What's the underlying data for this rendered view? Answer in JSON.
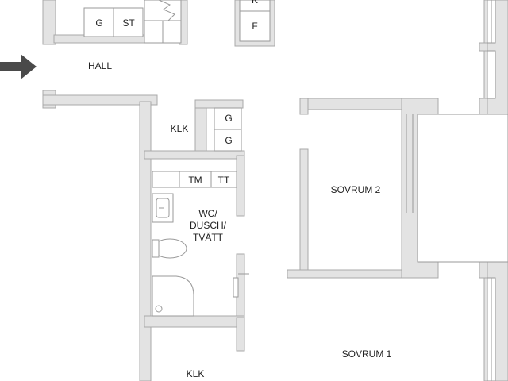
{
  "rooms": {
    "hall": "HALL",
    "klk_upper": "KLK",
    "klk_lower": "KLK",
    "sovrum_1": "SOVRUM 1",
    "sovrum_2": "SOVRUM 2",
    "wc_line1": "WC/",
    "wc_line2": "DUSCH/",
    "wc_line3": "TVÄTT"
  },
  "fixtures": {
    "hall_g": "G",
    "hall_st": "ST",
    "top_k": "K",
    "top_f": "F",
    "klk_g1": "G",
    "klk_g2": "G",
    "tm": "TM",
    "tt": "TT"
  },
  "colors": {
    "wall_fill": "#e3e3e3",
    "wall_stroke": "#a8a8a8",
    "entrance_arrow": "#4a4a4a"
  }
}
